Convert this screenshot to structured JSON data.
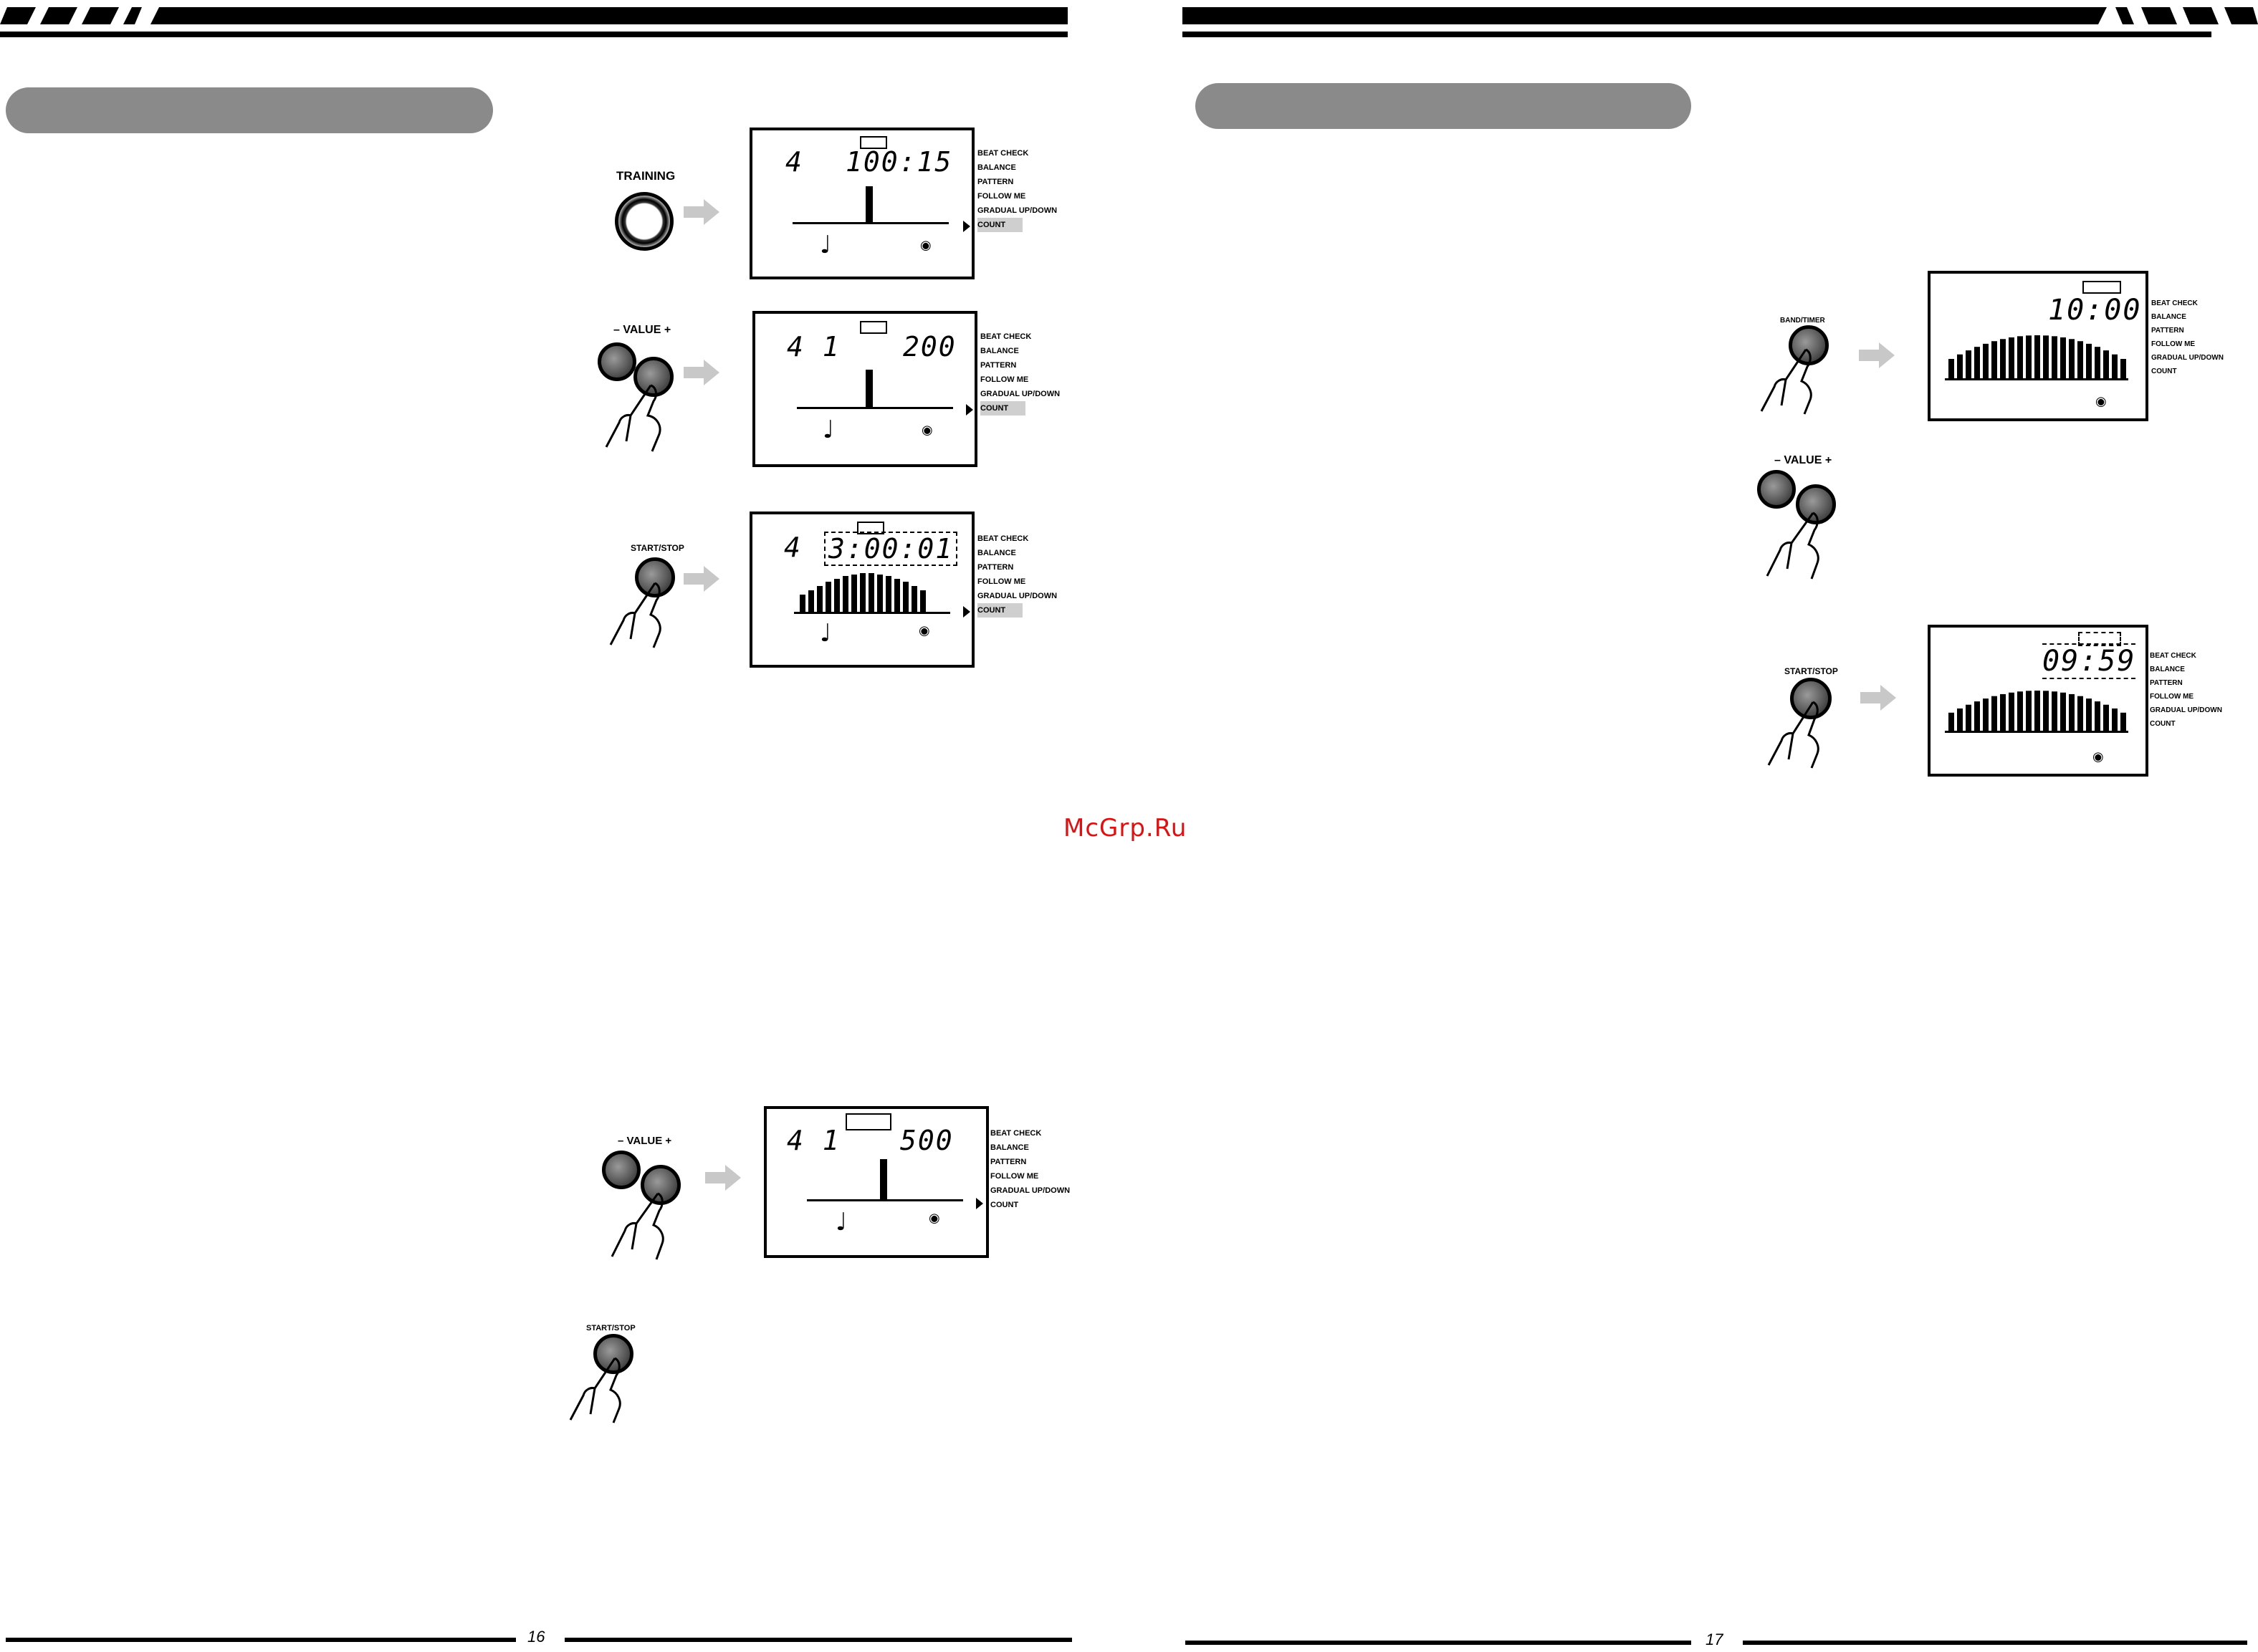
{
  "watermark": "McGrp.Ru",
  "page_left": {
    "number": "16"
  },
  "page_right": {
    "number": "17"
  },
  "menu_items": [
    "BEAT CHECK",
    "BALANCE",
    "PATTERN",
    "FOLLOW ME",
    "GRADUAL UP/DOWN",
    "COUNT"
  ],
  "buttons": {
    "training": "TRAINING",
    "value": "– VALUE +",
    "start_stop": "START/STOP",
    "band_timer": "BAND/TIMER"
  },
  "displays": {
    "d1": {
      "left": "4",
      "right": "100:15"
    },
    "d2": {
      "left": "4 1",
      "right": "200"
    },
    "d3": {
      "left": "4",
      "right": "3:00:01"
    },
    "d4": {
      "left": "4 1",
      "right": "500"
    },
    "d5": {
      "right": "10:00"
    },
    "d6": {
      "right": "09:59"
    }
  },
  "icons": {
    "note": "♩",
    "drum": "drum-icon"
  }
}
